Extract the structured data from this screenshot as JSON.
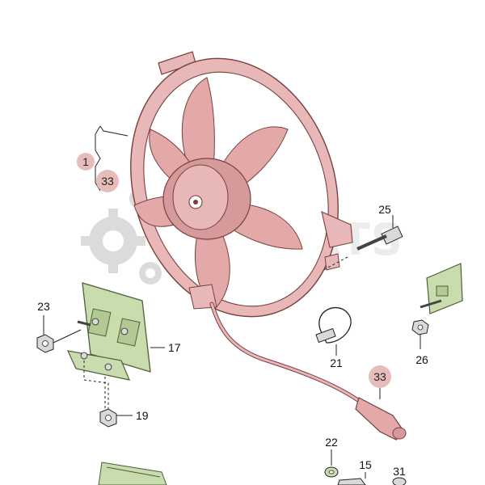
{
  "watermark": {
    "text": "AMPARTS"
  },
  "colors": {
    "fan": "#e8b7b7",
    "fan_dark": "#c98f8f",
    "fan_stroke": "#7a3e3e",
    "bracket": "#c8dcae",
    "bracket_stroke": "#4c5f3a",
    "hardware": "#d9d9d9",
    "highlight_circle": "#e9bcbc",
    "watermark": "#b8b8b8"
  },
  "callouts": {
    "c1": "1",
    "c33a": "33",
    "c25": "25",
    "c23": "23",
    "c17": "17",
    "c21": "21",
    "c26": "26",
    "c33b": "33",
    "c19": "19",
    "c22": "22",
    "c15": "15",
    "c31": "31"
  }
}
